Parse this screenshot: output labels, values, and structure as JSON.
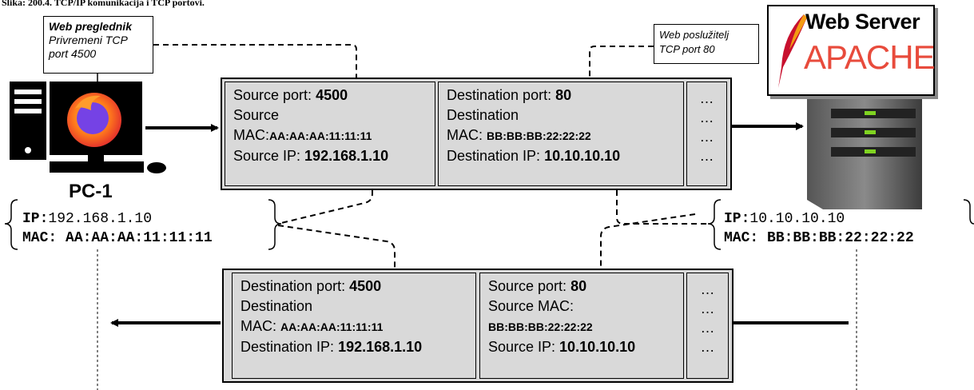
{
  "caption": "Slika: 200.4. TCP/IP komunikacija i TCP portovi.",
  "client": {
    "callout_title": "Web preglednik",
    "callout_line1": "Privremeni TCP",
    "callout_line2": "port 4500",
    "label": "PC-1",
    "ip_label": "IP:",
    "ip": "192.168.1.10",
    "mac_label": "MAC: ",
    "mac": "AA:AA:AA:11:11:11"
  },
  "server": {
    "banner_title": "Web Server",
    "banner_brand": "APACHE",
    "callout_line1": "Web poslužitelj",
    "callout_line2": "TCP port 80",
    "ip_label": "IP:",
    "ip": "10.10.10.10",
    "mac_label": "MAC: ",
    "mac": "BB:BB:BB:22:22:22"
  },
  "request_packet": {
    "source": {
      "port_label": "Source port: ",
      "port": "4500",
      "mac_line1": "Source",
      "mac_label": "MAC:",
      "mac": "AA:AA:AA:11:11:11",
      "ip_label": "Source IP: ",
      "ip": "192.168.1.10"
    },
    "destination": {
      "port_label": "Destination port: ",
      "port": "80",
      "mac_line1": "Destination",
      "mac_label": "MAC: ",
      "mac": "BB:BB:BB:22:22:22",
      "ip_label": "Destination IP: ",
      "ip": "10.10.10.10"
    },
    "ellipsis": "…"
  },
  "response_packet": {
    "destination": {
      "port_label": "Destination port: ",
      "port": "4500",
      "mac_line1": "Destination",
      "mac_label": "MAC: ",
      "mac": "AA:AA:AA:11:11:11",
      "ip_label": "Destination IP: ",
      "ip": "192.168.1.10"
    },
    "source": {
      "port_label": "Source port: ",
      "port": "80",
      "mac_line1": "Source MAC:",
      "mac": "BB:BB:BB:22:22:22",
      "ip_label": "Source IP: ",
      "ip": "10.10.10.10"
    },
    "ellipsis": "…"
  },
  "colors": {
    "packet_fill": "#d9d9d9",
    "apache_red": "#e84b3c",
    "firefox_orange": "#ff7b1c",
    "firefox_purple": "#8b3ec7",
    "server_led": "#7fd321"
  }
}
